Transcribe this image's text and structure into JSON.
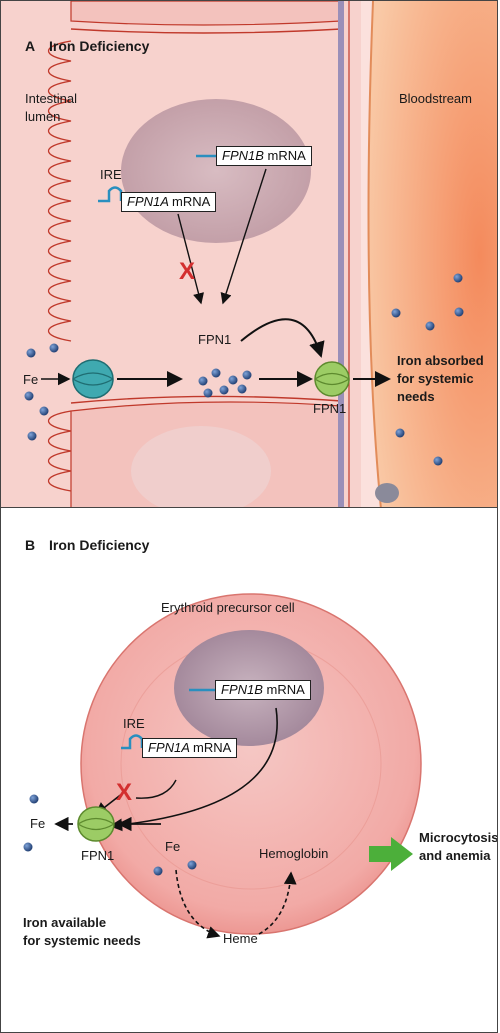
{
  "panel_a": {
    "letter": "A",
    "title": "Iron Deficiency",
    "intestinal_lumen": [
      "Intestinal",
      "lumen"
    ],
    "bloodstream": "Bloodstream",
    "ire": "IRE",
    "fpn1a_italic": "FPN1A",
    "fpn1b_italic": "FPN1B",
    "mrna": "mRNA",
    "blocked_mark": "X",
    "fpn1_protein": "FPN1",
    "fe": "Fe",
    "fpn1_transporter": "FPN1",
    "outcome": [
      "Iron absorbed",
      "for systemic",
      "needs"
    ]
  },
  "panel_b": {
    "letter": "B",
    "title": "Iron Deficiency",
    "cell_label": "Erythroid precursor cell",
    "fpn1b_italic": "FPN1B",
    "fpn1a_italic": "FPN1A",
    "mrna": "mRNA",
    "ire": "IRE",
    "blocked_mark": "X",
    "fe_out": "Fe",
    "fe_in": "Fe",
    "fpn1": "FPN1",
    "hemoglobin": "Hemoglobin",
    "heme": "Heme",
    "outcome": [
      "Microcytosis",
      "and anemia"
    ],
    "iron_available": [
      "Iron available",
      "for systemic needs"
    ]
  },
  "colors": {
    "cell_pink": "#f6c4c0",
    "nucleus": "#c9a7ad",
    "bloodstream": "#f4a07a",
    "membrane_red": "#c0392b",
    "transporter_teal": "#3fa9b0",
    "transporter_green": "#9ccc65",
    "iron_dot": "#2c4f86",
    "arrow_green": "#4caf3a",
    "x_red": "#d32f2f",
    "ire_blue": "#2a8fbf"
  }
}
